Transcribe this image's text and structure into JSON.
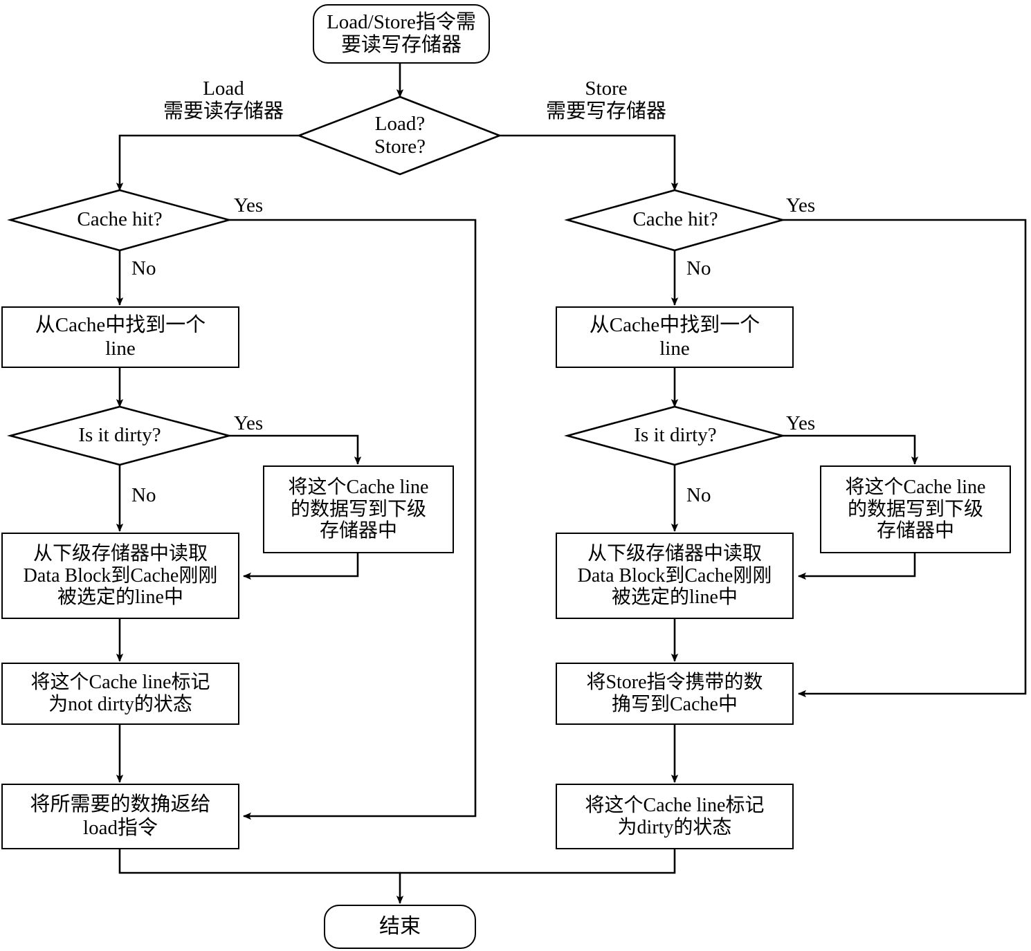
{
  "diagram": {
    "title_node": {
      "id": "start",
      "label": "Load/Store指令需\n要读写存储器",
      "shape": "terminator"
    },
    "decisions": [
      {
        "id": "load-store-decision",
        "label": "Load?\nStore?"
      },
      {
        "id": "cache-hit-left",
        "label": "Cache hit?"
      },
      {
        "id": "cache-hit-right",
        "label": "Cache hit?"
      },
      {
        "id": "is-dirty-left",
        "label": "Is it dirty?"
      },
      {
        "id": "is-dirty-right",
        "label": "Is it dirty?"
      }
    ],
    "branch_labels": {
      "load": "Load\n需要读存储器",
      "store": "Store\n需要写存储器",
      "yes": "Yes",
      "no": "No"
    },
    "left_branch": {
      "find_line": "从Cache中找到一个\nline",
      "writeback": "将这个Cache line\n的数据写到下级\n存储器中",
      "read_block": "从下级存储器中读取\nData Block到Cache刚刚\n被选定的line中",
      "mark_not_dirty": "将这个Cache line标记\n为not dirty的状态",
      "return_data": "将所需要的数捔返给\nload指令"
    },
    "right_branch": {
      "find_line": "从Cache中找到一个\nline",
      "writeback": "将这个Cache line\n的数据写到下级\n存储器中",
      "read_block": "从下级存储器中读取\nData Block到Cache刚刚\n被选定的line中",
      "write_store_data": "将Store指令携带的数\n捔写到Cache中",
      "mark_dirty": "将这个Cache line标记\n为dirty的状态"
    },
    "end_node": {
      "id": "end",
      "label": "结束",
      "shape": "terminator"
    },
    "colors": {
      "stroke": "#000000",
      "fill": "#ffffff",
      "text": "#000000"
    }
  }
}
